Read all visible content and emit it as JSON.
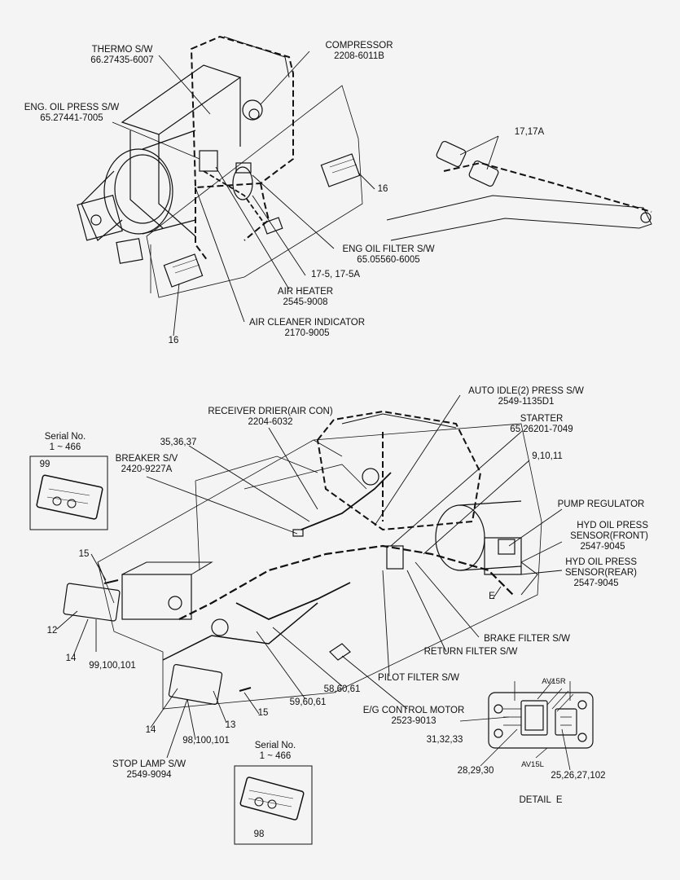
{
  "top": {
    "thermo_sw": {
      "name": "THERMO S/W",
      "part": "66.27435-6007"
    },
    "compressor": {
      "name": "COMPRESSOR",
      "part": "2208-6011B"
    },
    "eng_oil_press_sw": {
      "name": "ENG. OIL PRESS S/W",
      "part": "65.27441-7005"
    },
    "ref_17_17a": "17,17A",
    "ref_16_right": "16",
    "eng_oil_filter_sw": {
      "name": "ENG OIL FILTER S/W",
      "part": "65.05560-6005"
    },
    "ref_17_5": "17-5, 17-5A",
    "air_heater": {
      "name": "AIR HEATER",
      "part": "2545-9008"
    },
    "air_cleaner_indicator": {
      "name": "AIR CLEANER INDICATOR",
      "part": "2170-9005"
    },
    "ref_16_bottom": "16"
  },
  "bottom": {
    "auto_idle": {
      "name": "AUTO IDLE(2) PRESS S/W",
      "part": "2549-1135D1"
    },
    "receiver_drier": {
      "name": "RECEIVER DRIER(AIR CON)",
      "part": "2204-6032"
    },
    "starter": {
      "name": "STARTER",
      "part": "65.26201-7049"
    },
    "ref_35": "35,36,37",
    "ref_9": "9,10,11",
    "breaker_sv": {
      "name": "BREAKER S/V",
      "part": "2420-9227A"
    },
    "pump_regulator": "PUMP REGULATOR",
    "hyd_front": {
      "line1": "HYD OIL PRESS",
      "line2": "SENSOR(FRONT)",
      "part": "2547-9045"
    },
    "hyd_rear": {
      "line1": "HYD OIL PRESS",
      "line2": "SENSOR(REAR)",
      "part": "2547-9045"
    },
    "ref_e": "E",
    "ref_15_top": "15",
    "ref_12": "12",
    "ref_14_a": "14",
    "ref_99_101": "99,100,101",
    "brake_filter": "BRAKE FILTER S/W",
    "return_filter": "RETURN FILTER S/W",
    "pilot_filter": "PILOT FILTER S/W",
    "ref_58": "58,60,61",
    "ref_59": "59,60,61",
    "ref_15_bottom": "15",
    "eg_control_motor": {
      "name": "E/G CONTROL MOTOR",
      "part": "2523-9013"
    },
    "ref_14_b": "14",
    "ref_13": "13",
    "ref_98_101": "98,100,101",
    "stop_lamp": {
      "name": "STOP LAMP S/W",
      "part": "2549-9094"
    }
  },
  "serial_top": {
    "title": "Serial No.",
    "range": "1 ~ 466",
    "ref": "99"
  },
  "serial_bottom": {
    "title": "Serial No.",
    "range": "1 ~ 466",
    "ref": "98"
  },
  "detail_e": {
    "caption": "DETAIL  E",
    "av15r": "AV15R",
    "av15l": "AV15L",
    "ref_31": "31,32,33",
    "ref_28": "28,29,30",
    "ref_25": "25,26,27,102"
  }
}
